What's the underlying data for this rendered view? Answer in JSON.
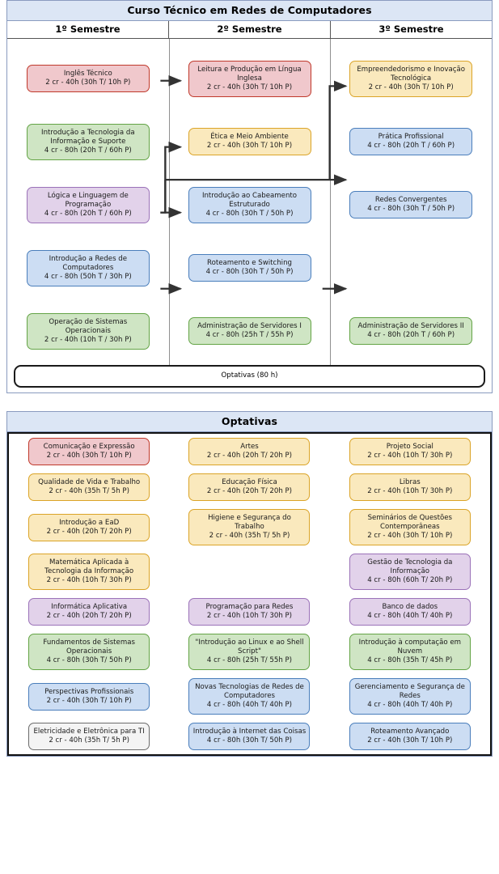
{
  "main_table": {
    "title": "Curso Técnico em Redes de Computadores",
    "semesters": [
      "1º Semestre",
      "2º Semestre",
      "3º Semestre"
    ],
    "rows": [
      [
        {
          "name": "Inglês Técnico",
          "load": "2 cr - 40h (30h T/ 10h P)",
          "color": "red"
        },
        {
          "name": "Leitura e Produção em Língua Inglesa",
          "load": "2 cr - 40h (30h T/ 10h P)",
          "color": "red"
        },
        {
          "name": "Empreendedorismo e Inovação Tecnológica",
          "load": "2 cr - 40h (30h T/ 10h P)",
          "color": "yellow"
        }
      ],
      [
        {
          "name": "Introdução a Tecnologia da Informação e Suporte",
          "load": "4 cr - 80h (20h T / 60h P)",
          "color": "green"
        },
        {
          "name": "Ética e Meio Ambiente",
          "load": "2 cr - 40h (30h T/ 10h P)",
          "color": "yellow"
        },
        {
          "name": "Prática Profissional",
          "load": "4 cr - 80h (20h T / 60h P)",
          "color": "blue"
        }
      ],
      [
        {
          "name": "Lógica e Linguagem de Programação",
          "load": "4 cr - 80h (20h T / 60h P)",
          "color": "purple"
        },
        {
          "name": "Introdução ao Cabeamento Estruturado",
          "load": "4 cr - 80h (30h T / 50h P)",
          "color": "blue"
        },
        {
          "name": "Redes Convergentes",
          "load": "4 cr - 80h (30h T / 50h P)",
          "color": "blue"
        }
      ],
      [
        {
          "name": "Introdução a Redes de Computadores",
          "load": "4 cr - 80h (50h T / 30h P)",
          "color": "blue"
        },
        {
          "name": "Roteamento e Switching",
          "load": "4 cr - 80h (30h T / 50h P)",
          "color": "blue"
        },
        {
          "name": "",
          "load": "",
          "color": "none"
        }
      ],
      [
        {
          "name": "Operação de Sistemas Operacionais",
          "load": "2 cr - 40h (10h T / 30h P)",
          "color": "green"
        },
        {
          "name": "Administração de Servidores I",
          "load": "4 cr - 80h (25h T / 55h P)",
          "color": "green"
        },
        {
          "name": "Administração de Servidores II",
          "load": "4 cr - 80h (20h T / 60h P)",
          "color": "green"
        }
      ]
    ],
    "optativas_bar": {
      "name": "Optativas",
      "load": "(80 h)"
    }
  },
  "optativas_table": {
    "title": "Optativas",
    "rows": [
      [
        {
          "name": "Comunicação e Expressão",
          "load": "2 cr - 40h (30h T/ 10h P)",
          "color": "red"
        },
        {
          "name": "Artes",
          "load": "2 cr - 40h (20h T/ 20h P)",
          "color": "yellow"
        },
        {
          "name": "Projeto Social",
          "load": "2 cr - 40h (10h T/ 30h P)",
          "color": "yellow"
        }
      ],
      [
        {
          "name": "Qualidade de Vida e Trabalho",
          "load": "2 cr - 40h (35h T/ 5h P)",
          "color": "yellow"
        },
        {
          "name": "Educação Física",
          "load": "2 cr - 40h (20h T/ 20h P)",
          "color": "yellow"
        },
        {
          "name": "Libras",
          "load": "2 cr - 40h (10h T/ 30h P)",
          "color": "yellow"
        }
      ],
      [
        {
          "name": "Introdução a EaD",
          "load": "2 cr - 40h (20h T/ 20h P)",
          "color": "yellow"
        },
        {
          "name": "Higiene e Segurança do Trabalho",
          "load": "2 cr - 40h (35h T/ 5h P)",
          "color": "yellow"
        },
        {
          "name": "Seminários de Questões Contemporâneas",
          "load": "2 cr - 40h (30h T/ 10h P)",
          "color": "yellow"
        }
      ],
      [
        {
          "name": "Matemática Aplicada à Tecnologia da Informação",
          "load": "2 cr - 40h (10h T/ 30h P)",
          "color": "yellow"
        },
        {
          "name": "",
          "load": "",
          "color": "none"
        },
        {
          "name": "Gestão de Tecnologia da Informação",
          "load": "4 cr - 80h (60h T/ 20h P)",
          "color": "purple"
        }
      ],
      [
        {
          "name": "Informática Aplicativa",
          "load": "2 cr - 40h (20h T/ 20h P)",
          "color": "purple"
        },
        {
          "name": "Programação para Redes",
          "load": "2 cr - 40h (10h T/ 30h P)",
          "color": "purple"
        },
        {
          "name": "Banco de dados",
          "load": "4 cr - 80h (40h T/ 40h P)",
          "color": "purple"
        }
      ],
      [
        {
          "name": "Fundamentos de Sistemas Operacionais",
          "load": "4 cr - 80h (30h T/ 50h P)",
          "color": "green"
        },
        {
          "name": "\"Introdução ao Linux e ao Shell Script\"",
          "load": "4 cr - 80h (25h T/ 55h P)",
          "color": "green"
        },
        {
          "name": "Introdução à computação em Nuvem",
          "load": "4 cr - 80h (35h T/ 45h P)",
          "color": "green"
        }
      ],
      [
        {
          "name": "Perspectivas Profissionais",
          "load": "2 cr - 40h (30h T/ 10h P)",
          "color": "blue"
        },
        {
          "name": "Novas Tecnologias de Redes de Computadores",
          "load": "4 cr - 80h (40h T/ 40h P)",
          "color": "blue"
        },
        {
          "name": "Gerenciamento e Segurança de Redes",
          "load": "4 cr - 80h (40h T/ 40h P)",
          "color": "blue"
        }
      ],
      [
        {
          "name": "Eletricidade e Eletrônica para  TI",
          "load": "2 cr - 40h (35h T/ 5h P)",
          "color": "gray"
        },
        {
          "name": "Introdução à Internet das Coisas",
          "load": "4 cr - 80h (30h T/ 50h P)",
          "color": "blue"
        },
        {
          "name": "Roteamento Avançado",
          "load": "2 cr - 40h (30h T/ 10h P)",
          "color": "blue"
        }
      ]
    ]
  },
  "colors": {
    "header_band": "#dce6f5",
    "red": "#f0c8cc",
    "green": "#cfe5c4",
    "yellow": "#fae9bd",
    "purple": "#e2d2ea",
    "blue": "#ccddf3",
    "gray": "#f4f4f4",
    "connector": "#333333"
  }
}
